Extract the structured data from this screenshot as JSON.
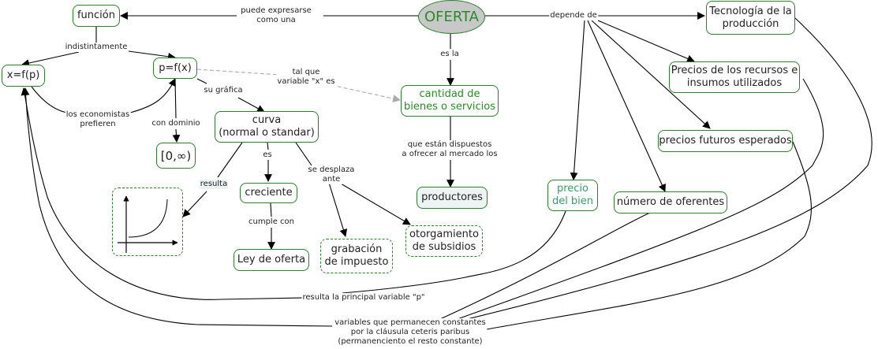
{
  "diagram": {
    "type": "concept-map",
    "colors": {
      "node_border": "#2f7d2f",
      "root_fill": "#c8c8c8",
      "root_text": "#2a8a2a",
      "link": "#000000",
      "dashed_link": "#aaaaaa"
    },
    "nodes": {
      "oferta": "OFERTA",
      "funcion": "función",
      "xfp": "x=f(p)",
      "pfx": "p=f(x)",
      "dominio": "[0,∞)",
      "curva": "curva\n(normal o standar)",
      "grafico": "",
      "creciente": "creciente",
      "ley": "Ley de oferta",
      "grabacion": "grabación\nde impuesto",
      "subsidios": "otorgamiento\nde subsidios",
      "cantidad": "cantidad de\nbienes o servicios",
      "productores": "productores",
      "tecnologia": "Tecnología de la\nproducción",
      "recursos": "Precios de los recursos e\ninsumos utilizados",
      "futuros": "precios futuros esperados",
      "precio_bien": "precio\ndel bien",
      "oferentes": "número de oferentes"
    },
    "links": {
      "puede_expresarse": "puede expresarse\ncomo una",
      "depende_de": "depende de",
      "es_la": "es la",
      "indistintamente": "indistintamente",
      "economistas": "los economistas\nprefieren",
      "con_dominio": "con dominio",
      "tal_que": "tal que\nvariable \"x\" es",
      "su_grafica": "su gráfica",
      "es": "es",
      "resulta": "resulta",
      "se_desplaza": "se desplaza\nante",
      "cumple_con": "cumple con",
      "dispuestos": "que están dispuestos\na ofrecer al mercado los",
      "principal": "resulta la principal variable \"p\"",
      "constantes": "variables que permanecen constantes\npor la cláusula ceteris paribus\n(permanenciento el resto constante)"
    }
  }
}
